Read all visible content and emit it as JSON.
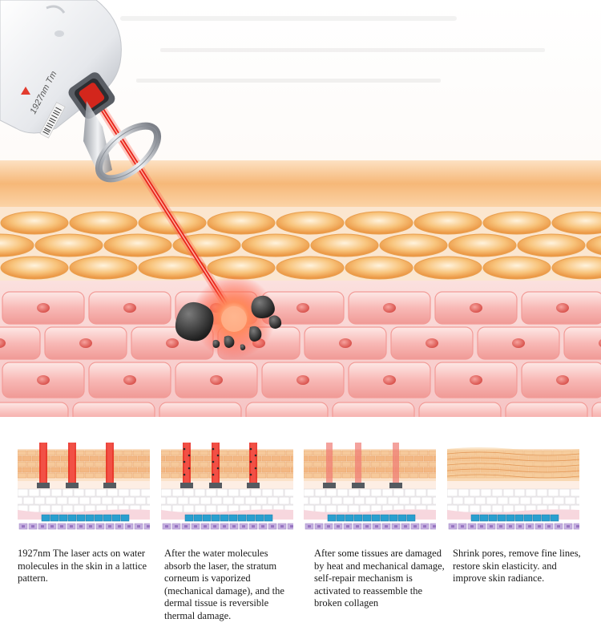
{
  "device": {
    "label": "1927nm Tm"
  },
  "steps": [
    {
      "caption": "1927nm The laser acts on water molecules in the skin in a lattice pattern."
    },
    {
      "caption": "After the water molecules absorb the laser, the stratum corneum is vaporized (mechanical damage), and the dermal tissue is reversible thermal damage."
    },
    {
      "caption": "After some tissues are damaged by heat and mechanical damage, self-repair mechanism is activated to reassemble the broken collagen"
    },
    {
      "caption": "Shrink pores, remove fine lines, restore skin elasticity. and improve skin radiance."
    }
  ],
  "colors": {
    "laser": "#e8241c",
    "skin_surface": "#f7c48e",
    "epidermis_cells": "#f3b36a",
    "dermis": "#f6c9c9",
    "dermal_cells": "#f08c8c",
    "basal_cells": "#2a9fcf",
    "deep_cells": "#b79bd6"
  }
}
